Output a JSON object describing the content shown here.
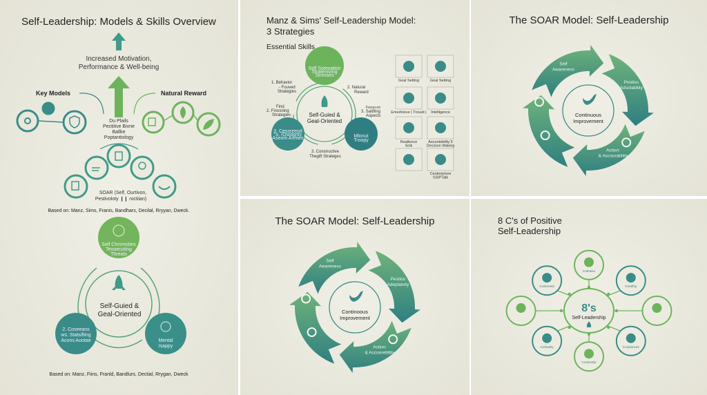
{
  "colors": {
    "teal": "#3a8c88",
    "green": "#6db35c",
    "light_green": "#8cc46e",
    "dark_teal": "#2f7b80",
    "background": "#e9e8dc"
  },
  "panel1": {
    "title": "Self-Leadership: Models & Skills Overview",
    "outcome": [
      "Increased Motivation,",
      "Performance & Well-being"
    ],
    "key_models": "Key Models",
    "natural_reward": "Natural Reward",
    "center_text": [
      "Du Plails",
      "Pectitive Bivne",
      "Ballke",
      "Poptantiology"
    ],
    "soar_text": [
      "SOAR (Self, Ourtivon,",
      "Pestivoloty ❙❙ roctiian)"
    ],
    "based_on_top": "Based on: Manz, Sims, Franis, Bandhars, Decilal, Rryyan, Dweck.",
    "top_node": [
      "Self Chromsties",
      "Tenoecoting",
      "Threats"
    ],
    "center_title": [
      "Self-Guied &",
      "Geal-Oriented"
    ],
    "left_node": [
      "2. Coseeans",
      "ws. Statsifting",
      "Acons Aootae"
    ],
    "right_node": [
      "Mental",
      "Isappy"
    ],
    "based_on_bottom": "Based on: Manz, Fiins, Franld, Bandlurs, Dectial, Rrygan, Dweck"
  },
  "panel2": {
    "title": [
      "Manz & Sims' Self-Leadership Model:",
      "3 Strategies"
    ],
    "subtitle": "Essential Skills",
    "top_node": [
      "Self Sotesation",
      "Strateniving",
      "Stresses"
    ],
    "center_title": [
      "Self-Guied &",
      "Geal-Oriented"
    ],
    "left_node": [
      "3. Cessreend",
      "\"o. /Ostdgrtly",
      "Aseom Anmes"
    ],
    "right_node": [
      "Mlonut",
      "Troopy"
    ],
    "strategy_1": [
      "1.  Behavior",
      "- Fouved",
      "Strategies"
    ],
    "strategy_2_left": [
      "Find",
      "2. Finosning",
      "Strategies"
    ],
    "strategy_2_right": [
      "2. Natural",
      "Reward"
    ],
    "strategy_3_right": [
      "Focuo-on",
      "3. Saitfling",
      "Aspects"
    ],
    "strategy_3_bottom": [
      "3. Constructive",
      "Thegift Strateges"
    ],
    "skills": [
      {
        "icon": "heart-icon",
        "label": "Goal Setting"
      },
      {
        "icon": "target-icon",
        "label": "Goal Setting"
      },
      {
        "icon": "brain-icon",
        "label": "Emedniove | Trousit |"
      },
      {
        "icon": "head-icon",
        "label": "Intelligence"
      },
      {
        "icon": "waves-icon",
        "label": "Reallence\nSolk"
      },
      {
        "icon": "gear-icon",
        "label": "Ascontebility 5\nDecision Waking"
      },
      {
        "icon": "chat-icon",
        "label": ""
      },
      {
        "icon": "scales-icon",
        "label": "Centrnertvre\nSSIPTalk"
      }
    ]
  },
  "panel3": {
    "title": "The SOAR Model: Self-Leadership",
    "segments": [
      [
        "Self",
        "Awareness"
      ],
      [
        "Postios",
        "Adsotability"
      ],
      [
        "Action:",
        "& Accourability"
      ],
      [
        "",
        ""
      ]
    ],
    "center": [
      "Continuous",
      "Improvement"
    ]
  },
  "panel5": {
    "title": "The SOAR Model: Self-Leadership",
    "segments": [
      [
        "Self",
        "Awareness"
      ],
      [
        "Pestios",
        "Adeplatvity"
      ],
      [
        "Action:",
        "& Accoorebtlity"
      ],
      [
        "",
        ""
      ]
    ],
    "center": [
      "Continoous",
      "Improvement"
    ]
  },
  "panel6": {
    "title": [
      "8 C's of Positive",
      "Self-Leadership"
    ],
    "center_big": "8's",
    "center_label": "Self-Leadership",
    "nodes": [
      {
        "icon": "bird-icon",
        "label": "Cotmeso"
      },
      {
        "icon": "clock-icon",
        "label": "Creafirty"
      },
      {
        "icon": "group-icon",
        "label": ""
      },
      {
        "icon": "heart-icon",
        "label": "Cooplonces"
      },
      {
        "icon": "shield-icon",
        "label": "Contoosity"
      },
      {
        "icon": "question-icon",
        "label": "Corhasity"
      },
      {
        "icon": "person-icon",
        "label": ""
      },
      {
        "icon": "meditation-icon",
        "label": "Coslnrnets"
      }
    ]
  }
}
